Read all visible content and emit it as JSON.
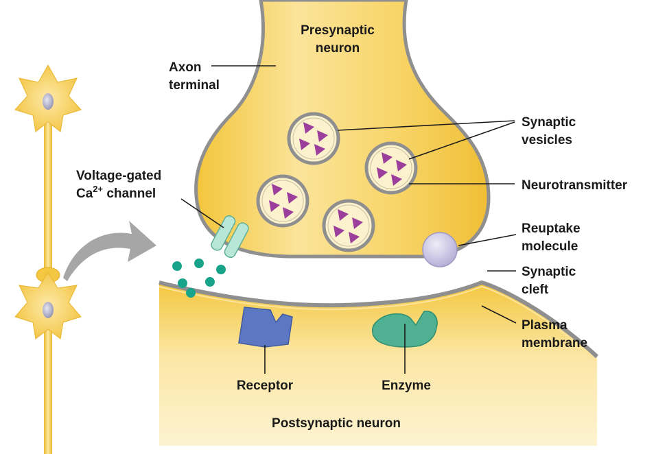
{
  "labels": {
    "presynaptic_line1": "Presynaptic",
    "presynaptic_line2": "neuron",
    "axon_line1": "Axon",
    "axon_line2": "terminal",
    "synaptic_vesicles_line1": "Synaptic",
    "synaptic_vesicles_line2": "vesicles",
    "neurotransmitter": "Neurotransmitter",
    "voltage_line1": "Voltage-gated",
    "voltage_ca": "Ca",
    "voltage_sup": "2+",
    "voltage_channel": " channel",
    "reuptake_line1": "Reuptake",
    "reuptake_line2": "molecule",
    "cleft_line1": "Synaptic",
    "cleft_line2": "cleft",
    "plasma_line1": "Plasma",
    "plasma_line2": "membrane",
    "receptor": "Receptor",
    "enzyme": "Enzyme",
    "postsynaptic": "Postsynaptic neuron"
  },
  "colors": {
    "neuron_fill": "#f7cf4f",
    "neuron_light": "#fbe7a0",
    "membrane": "#8e8e8e",
    "vesicle_fill": "#fbf1cc",
    "neurotransmitter": "#9c3f9c",
    "channel": "#b7e6d6",
    "calcium_ion": "#17a48a",
    "reuptake": "#c9c4e3",
    "receptor": "#5d78c2",
    "enzyme": "#4fb191",
    "arrow": "#a3a3a3"
  }
}
